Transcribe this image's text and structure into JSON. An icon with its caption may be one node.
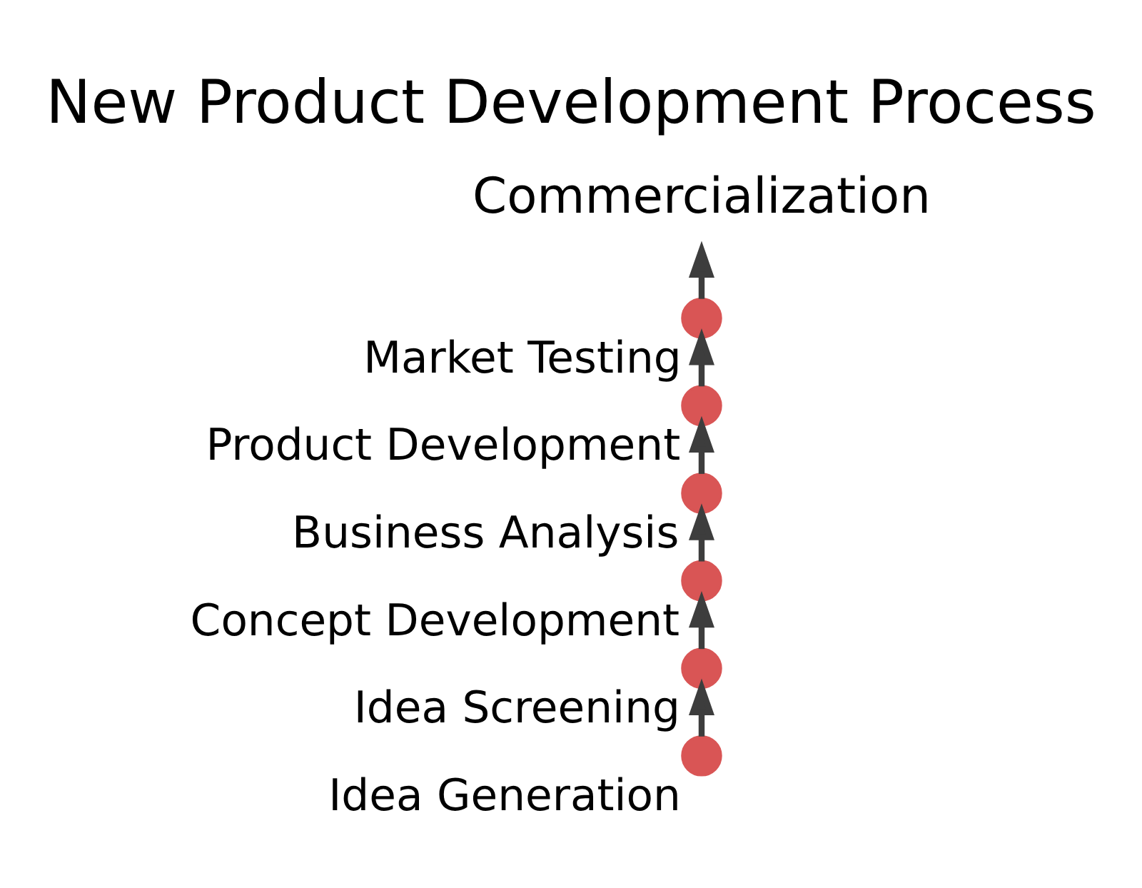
{
  "diagram": {
    "title": "New Product Development Process",
    "nodes": [
      {
        "text": [],
        "shape": "circle",
        "beside": [
          "Idea Generation"
        ]
      },
      {
        "text": [],
        "shape": "circle",
        "beside": [
          "Idea Screening"
        ]
      },
      {
        "text": [],
        "shape": "circle",
        "beside": [
          "Concept Development"
        ]
      },
      {
        "text": [],
        "shape": "circle",
        "beside": [
          "Business Analysis"
        ]
      },
      {
        "text": [],
        "shape": "circle",
        "beside": [
          "Product Development"
        ]
      },
      {
        "text": [],
        "shape": "circle",
        "beside": [
          "Market Testing"
        ]
      },
      {
        "text": [
          "Commercialization"
        ]
      }
    ],
    "edges": [
      {
        "from": 0,
        "to": 1,
        "arrow": "to"
      },
      {
        "from": 1,
        "to": 2,
        "arrow": "to"
      },
      {
        "from": 2,
        "to": 3,
        "arrow": "to"
      },
      {
        "from": 3,
        "to": 4,
        "arrow": "to"
      },
      {
        "from": 4,
        "to": 5,
        "arrow": "to"
      },
      {
        "from": 5,
        "to": 6,
        "arrow": "to"
      }
    ]
  }
}
